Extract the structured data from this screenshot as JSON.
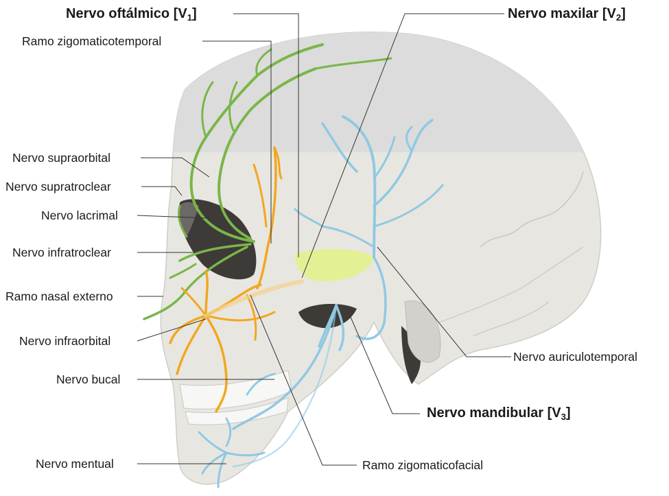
{
  "colors": {
    "ophthalmic": "#7ab648",
    "maxillary": "#f2a71f",
    "mandibular": "#8fc9e3",
    "ganglion": "#e4ef8c",
    "skull": "#e8e6e1",
    "cranium_top": "#dcdcdc",
    "leader": "#333333"
  },
  "labels": {
    "oftalmico": {
      "main": "Nervo oftálmico [V",
      "sub": "1",
      "end": "]"
    },
    "maxilar": {
      "main": "Nervo maxilar [V",
      "sub": "2",
      "end": "]"
    },
    "mandibular": {
      "main": "Nervo mandibular [V",
      "sub": "3",
      "end": "]"
    },
    "zigomaticotemporal": "Ramo zigomaticotemporal",
    "supraorbital": "Nervo supraorbital",
    "supratroclear": "Nervo supratroclear",
    "lacrimal": "Nervo lacrimal",
    "infratroclear": "Nervo infratroclear",
    "nasal_externo": "Ramo nasal externo",
    "infraorbital": "Nervo infraorbital",
    "bucal": "Nervo bucal",
    "mentual": "Nervo mentual",
    "auriculotemporal": "Nervo auriculotemporal",
    "zigomaticofacial": "Ramo zigomaticofacial"
  }
}
